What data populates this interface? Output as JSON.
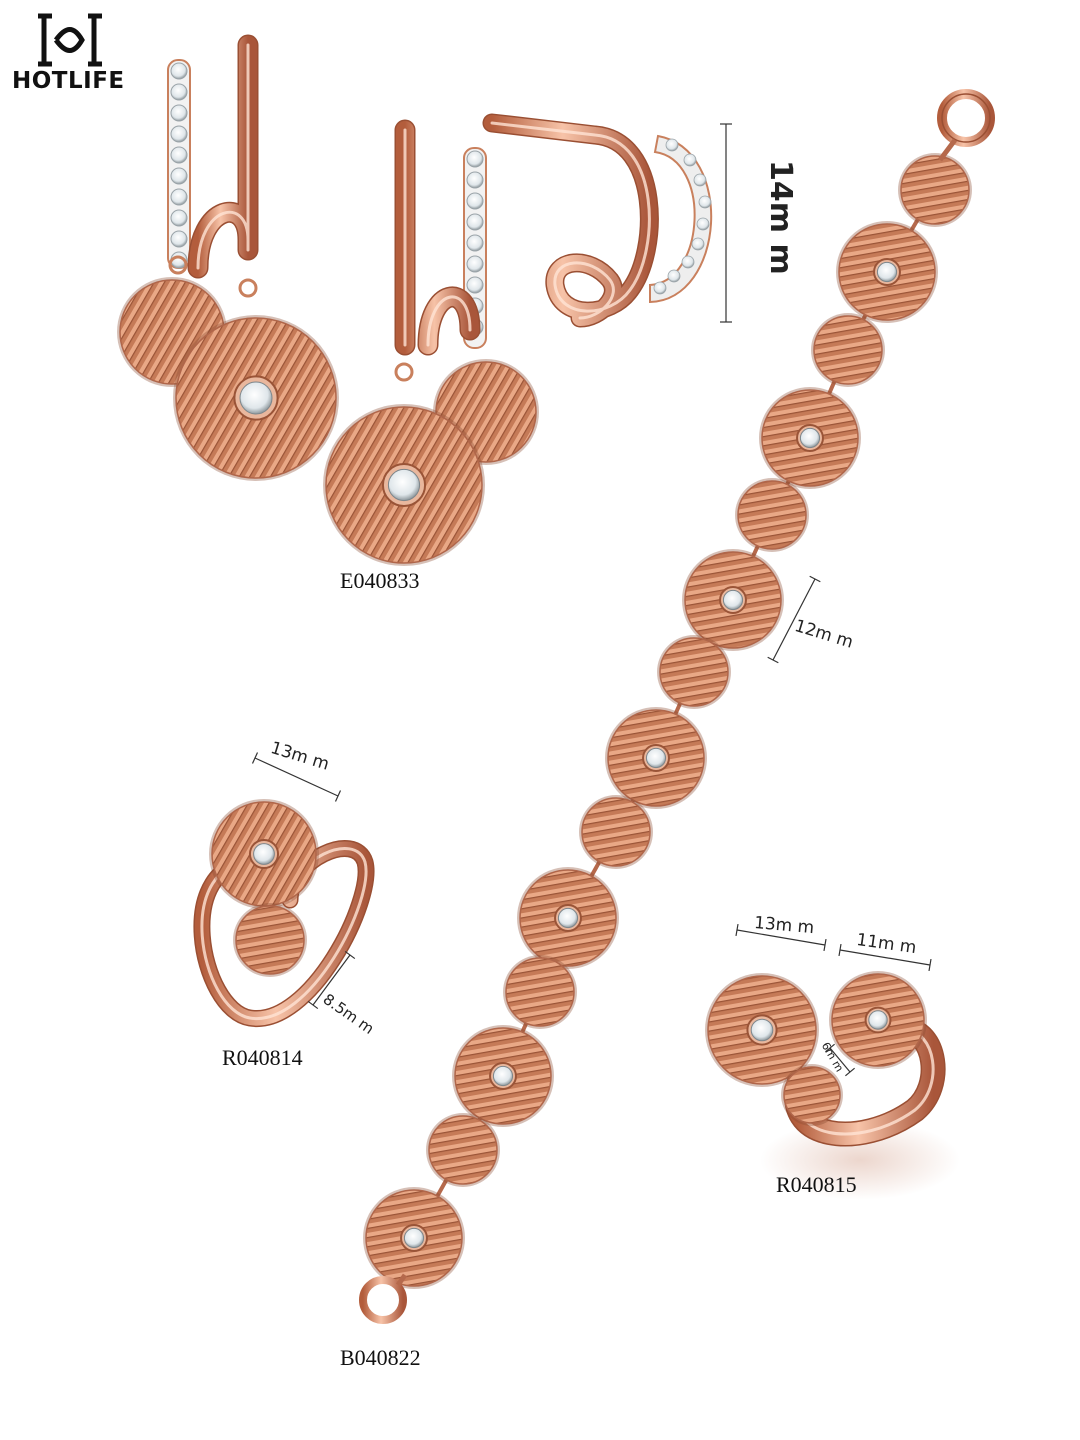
{
  "brand": {
    "name": "HOTLIFE",
    "logo_icon": "hotlife-h-monogram"
  },
  "products": {
    "earrings": {
      "code": "E040833",
      "dimension": "14m m"
    },
    "bracelet": {
      "code": "B040822",
      "dimension": "12m m"
    },
    "ring_a": {
      "code": "R040814",
      "dim_top": "13m m",
      "dim_band": "8.5m m"
    },
    "ring_b": {
      "code": "R040815",
      "dim_left": "13m m",
      "dim_right": "11m m",
      "dim_small": "6m m"
    }
  },
  "colors": {
    "rose_gold": "#c9805d",
    "rose_gold_light": "#f2c4ad",
    "rose_gold_dark": "#8a4a31",
    "crystal": "#ffffff"
  }
}
